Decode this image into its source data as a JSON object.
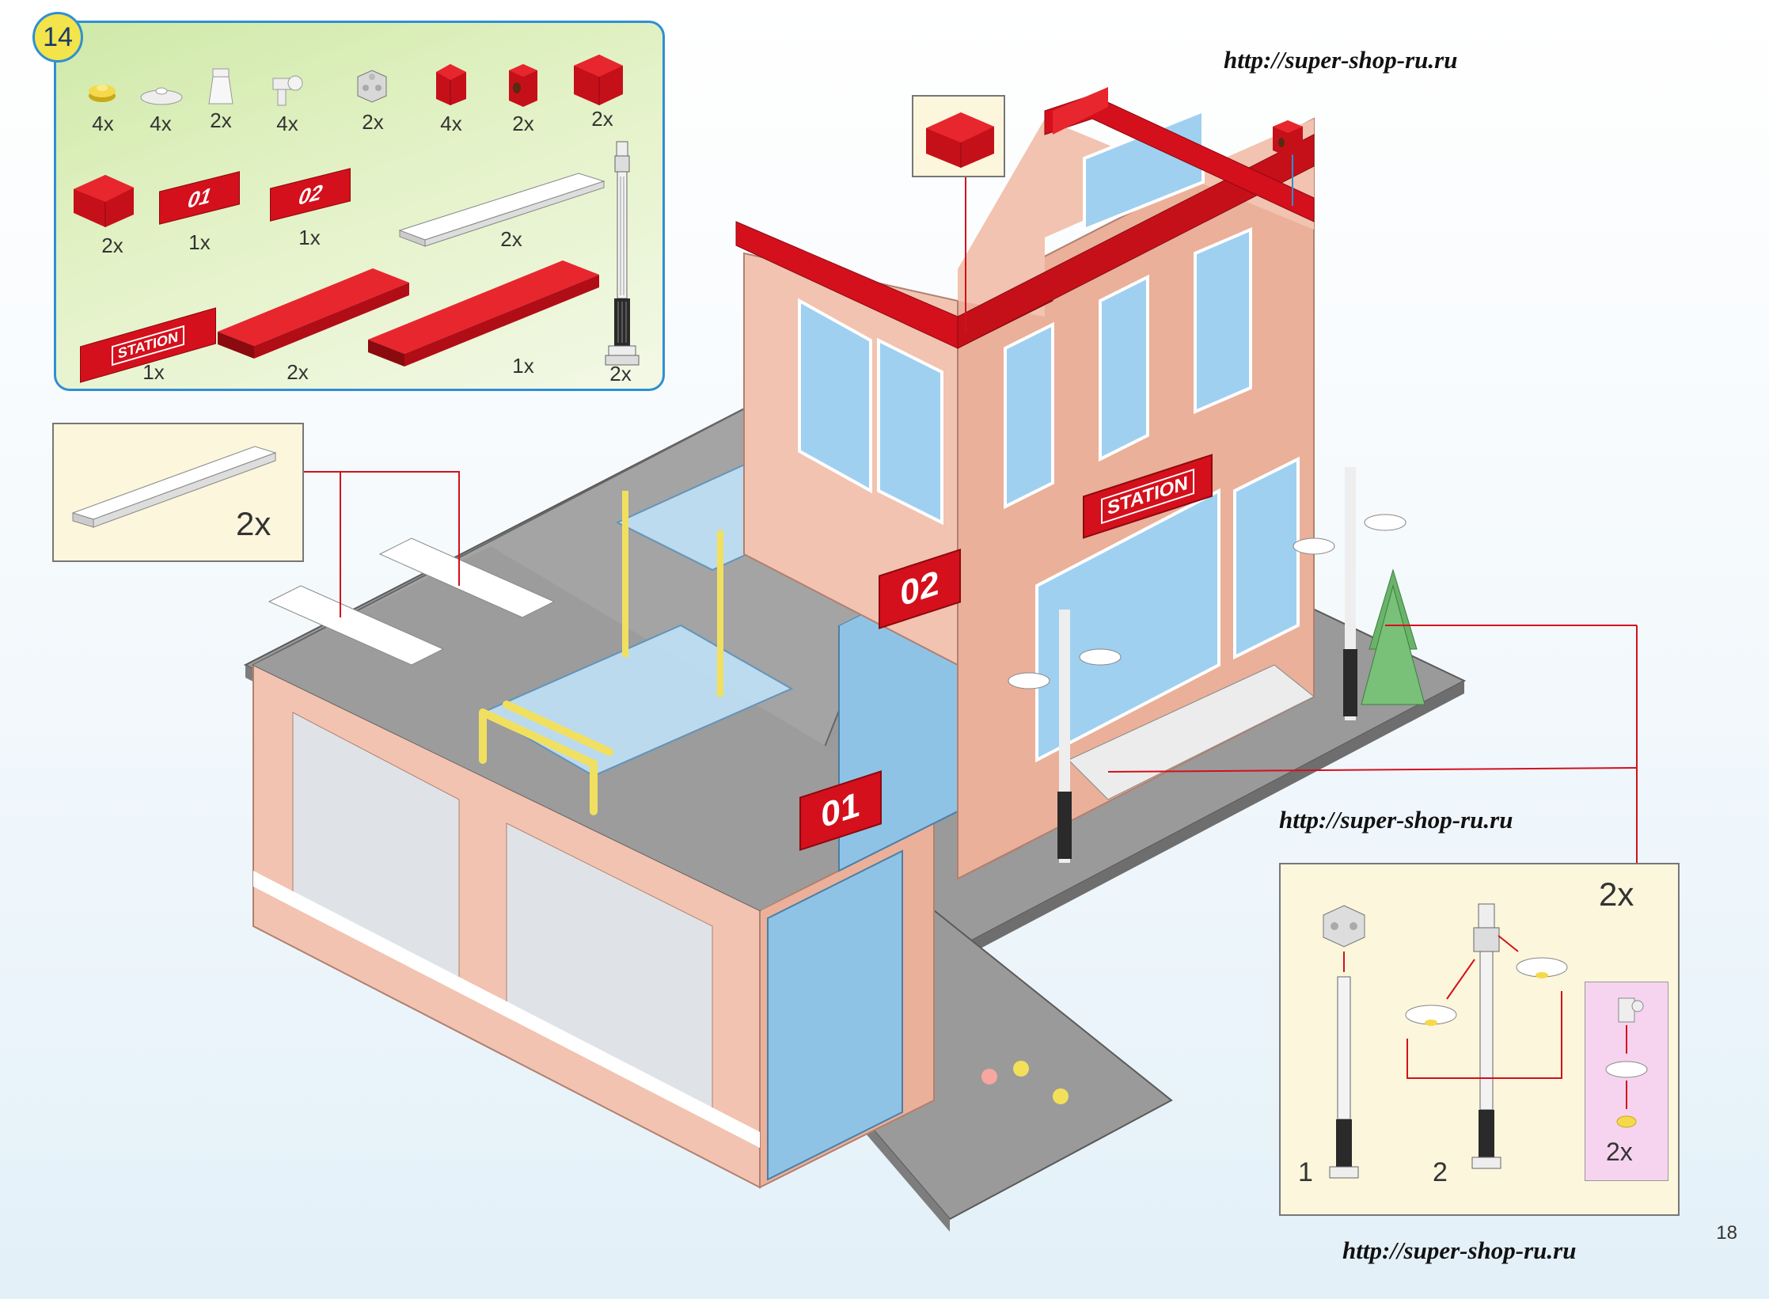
{
  "step": {
    "number": "14"
  },
  "parts": [
    {
      "name": "yellow-round-plate",
      "qty": "4x"
    },
    {
      "name": "white-dish",
      "qty": "4x"
    },
    {
      "name": "white-cone",
      "qty": "2x"
    },
    {
      "name": "white-lamp-holder",
      "qty": "4x"
    },
    {
      "name": "grey-studded-cube",
      "qty": "2x"
    },
    {
      "name": "red-brick-2x2",
      "qty": "4x"
    },
    {
      "name": "red-brick-hole",
      "qty": "2x"
    },
    {
      "name": "red-brick-2x2-tall",
      "qty": "2x"
    },
    {
      "name": "red-corner-brick",
      "qty": "2x"
    },
    {
      "name": "sign-01",
      "qty": "1x",
      "text": "01"
    },
    {
      "name": "sign-02",
      "qty": "1x",
      "text": "02"
    },
    {
      "name": "white-tile-long",
      "qty": "2x"
    },
    {
      "name": "station-tile",
      "qty": "1x",
      "text": "STATION"
    },
    {
      "name": "red-plate-8",
      "qty": "2x"
    },
    {
      "name": "red-plate-12",
      "qty": "1x"
    },
    {
      "name": "lamp-post",
      "qty": "2x"
    }
  ],
  "urls": {
    "top": "http://super-shop-ru.ru",
    "middle": "http://super-shop-ru.ru",
    "bottom": "http://super-shop-ru.ru"
  },
  "callout_tile": {
    "qty": "2x"
  },
  "lamp_callout": {
    "qty": "2x",
    "step1": "1",
    "step2": "2",
    "sub_qty": "2x"
  },
  "model_signs": {
    "station": "STATION",
    "bay1": "01",
    "bay2": "02"
  },
  "page_number": "18",
  "colors": {
    "panel_border": "#2f8fd4",
    "brick_red": "#d4101c",
    "wall_pink": "#f2c3b0",
    "baseplate_grey": "#9a9a9a",
    "window_blue": "#9fd0f0"
  }
}
